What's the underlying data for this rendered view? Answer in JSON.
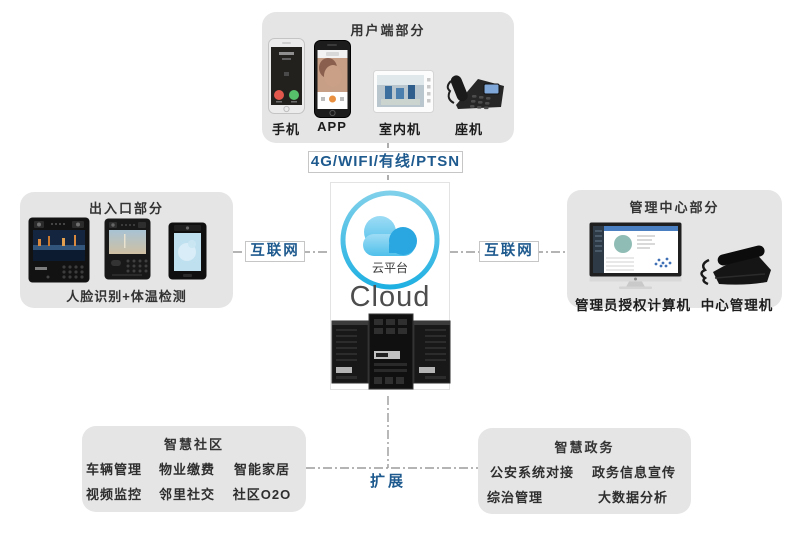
{
  "colors": {
    "box_bg": "#e5e5e5",
    "connector_text_blue": "#1e5a8e",
    "cloud_light_blue": "#8ed6f2",
    "cloud_dark_blue": "#2aa7e0",
    "line_gray": "#9b9b9b"
  },
  "top_box": {
    "title": "用户端部分",
    "devices": [
      {
        "label": "手机",
        "icon": "mobile-call-phone-image"
      },
      {
        "label": "APP",
        "icon": "app-phone-image"
      },
      {
        "label": "室内机",
        "icon": "indoor-monitor-image"
      },
      {
        "label": "座机",
        "icon": "desk-phone-image"
      }
    ]
  },
  "connectors": {
    "top_label": "4G/WIFI/有线/PTSN",
    "left_label": "互联网",
    "right_label": "互联网",
    "bottom_label": "扩展"
  },
  "cloud": {
    "platform_label": "云平台",
    "caption": "Cloud",
    "icon": "cloud-platform-icon",
    "servers_icon": "server-towers-image"
  },
  "left_box": {
    "title": "出入口部分",
    "caption": "人脸识别+体温检测",
    "devices": [
      {
        "icon": "access-panel-large-image"
      },
      {
        "icon": "access-panel-medium-image"
      },
      {
        "icon": "access-panel-small-image"
      }
    ]
  },
  "right_box": {
    "title": "管理中心部分",
    "devices": [
      {
        "label": "管理员授权计算机",
        "icon": "admin-computer-image"
      },
      {
        "label": "中心管理机",
        "icon": "center-management-phone-image"
      }
    ]
  },
  "bottom_left_box": {
    "title": "智慧社区",
    "rows": [
      [
        "车辆管理",
        "物业缴费",
        "智能家居"
      ],
      [
        "视频监控",
        "邻里社交",
        "社区O2O"
      ]
    ]
  },
  "bottom_right_box": {
    "title": "智慧政务",
    "rows": [
      [
        "公安系统对接",
        "政务信息宣传"
      ],
      [
        "综治管理",
        "大数据分析"
      ]
    ]
  }
}
